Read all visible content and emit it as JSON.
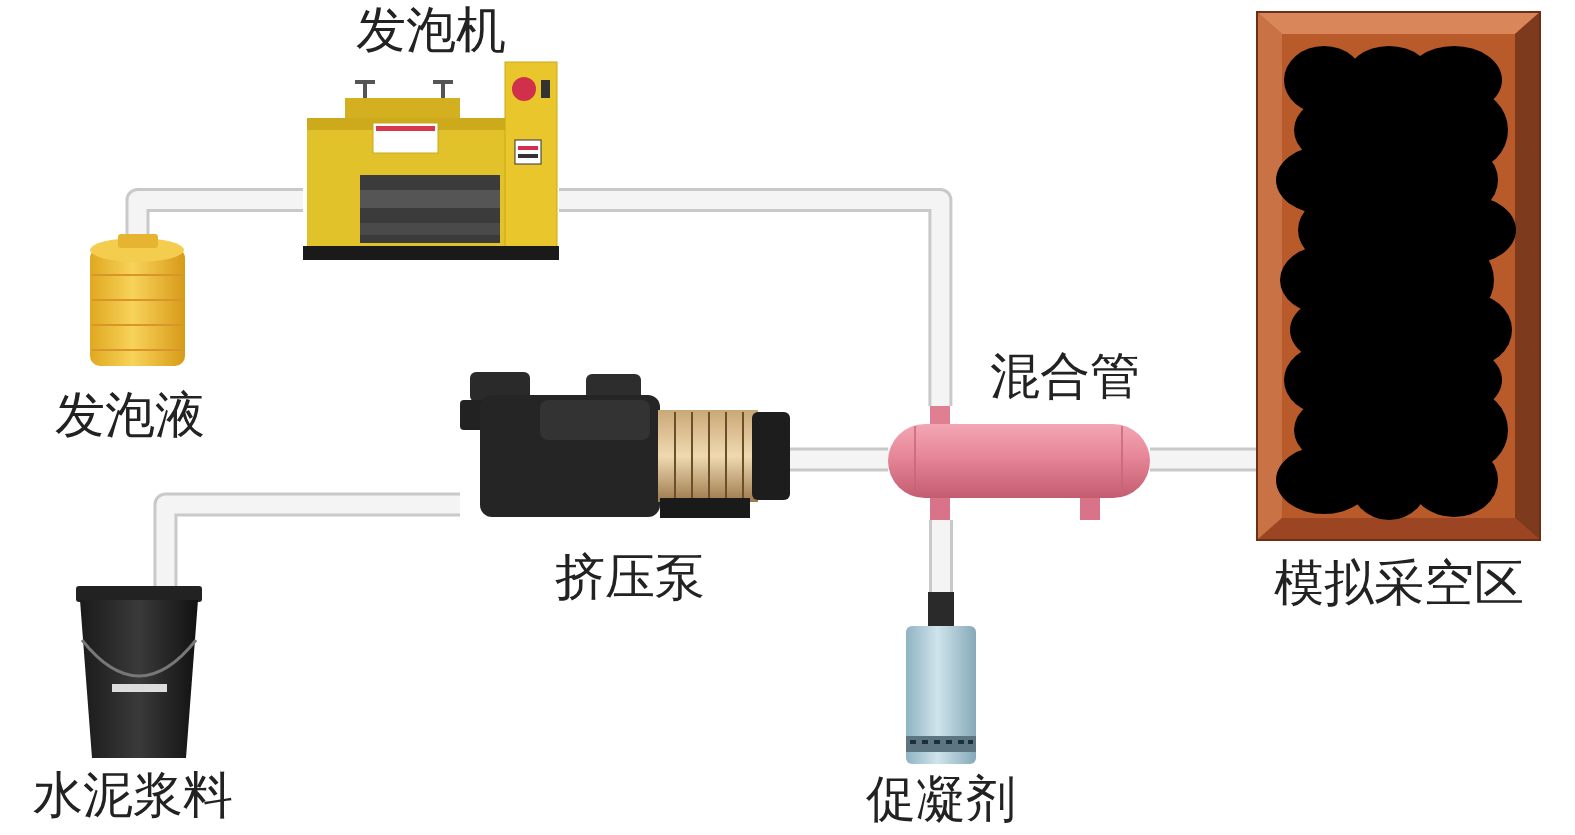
{
  "diagram": {
    "nodes": [
      {
        "text": [
          "发泡机"
        ]
      },
      {
        "text": [
          "发泡液"
        ]
      },
      {
        "text": [
          "混合管"
        ]
      },
      {
        "text": [
          "挤压泵"
        ]
      },
      {
        "text": [
          "模拟采空区"
        ]
      },
      {
        "text": [
          "水泥浆料"
        ]
      },
      {
        "text": [
          "促凝剂"
        ]
      }
    ],
    "edges": [
      {
        "from": 1,
        "to": 0,
        "arrow": "none"
      },
      {
        "from": 0,
        "to": 2,
        "arrow": "none"
      },
      {
        "from": 5,
        "to": 3,
        "arrow": "none"
      },
      {
        "from": 3,
        "to": 2,
        "arrow": "none"
      },
      {
        "from": 6,
        "to": 2,
        "arrow": "none"
      },
      {
        "from": 2,
        "to": 4,
        "arrow": "none"
      }
    ]
  }
}
